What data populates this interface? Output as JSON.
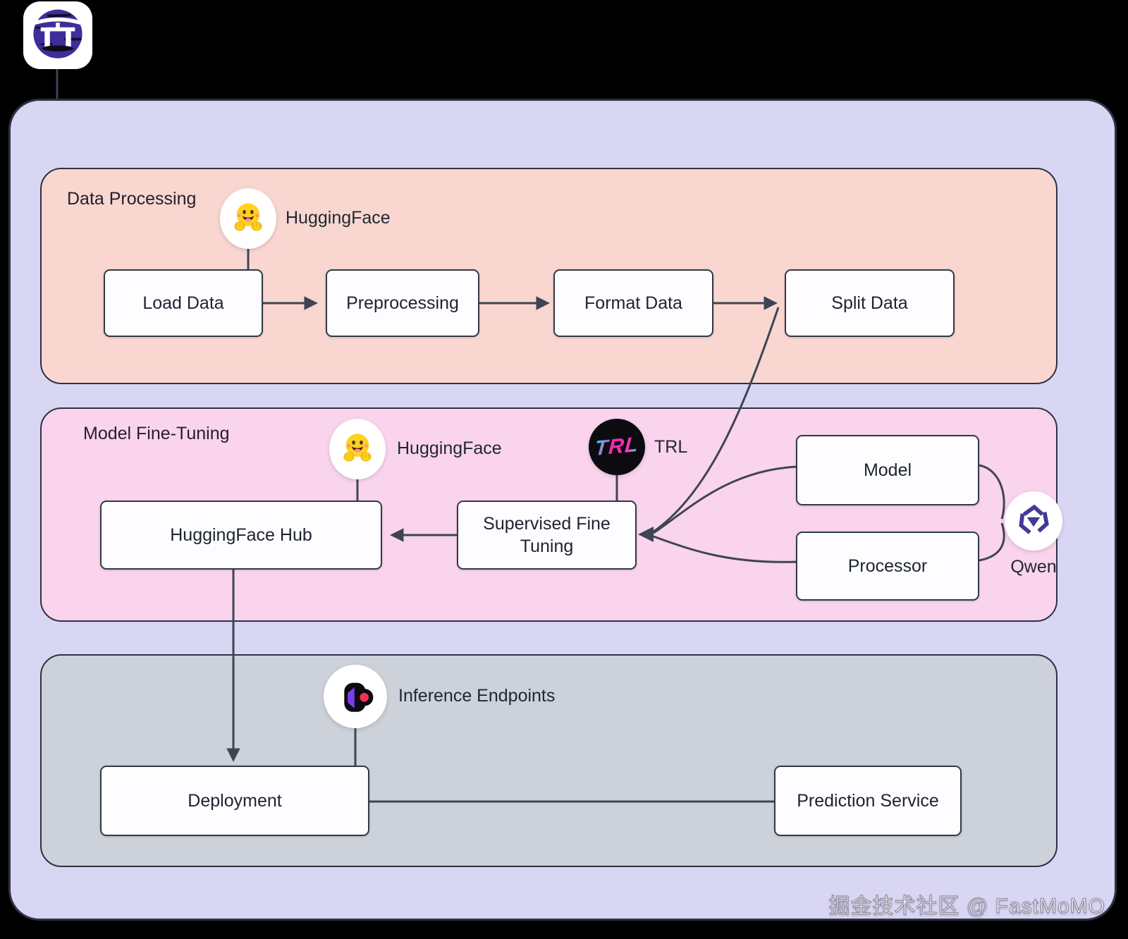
{
  "diagram": {
    "sections": {
      "data_processing": {
        "title": "Data Processing",
        "huggingface_caption": "HuggingFace",
        "nodes": {
          "load_data": "Load Data",
          "preprocessing": "Preprocessing",
          "format_data": "Format Data",
          "split_data": "Split Data"
        }
      },
      "model_fine_tuning": {
        "title": "Model Fine-Tuning",
        "huggingface_caption": "HuggingFace",
        "trl_caption": "TRL",
        "trl_logo_text": "TRL",
        "qwen_caption": "Qwen",
        "nodes": {
          "huggingface_hub": "HuggingFace Hub",
          "supervised_fine_tuning": "Supervised Fine Tuning",
          "model": "Model",
          "processor": "Processor"
        }
      },
      "deployment": {
        "inference_endpoints_caption": "Inference Endpoints",
        "nodes": {
          "deployment": "Deployment",
          "prediction_service": "Prediction Service"
        }
      }
    },
    "watermark": "掘金技术社区 @ FastMoMO"
  },
  "colors": {
    "background": "#000000",
    "container": "#d9d6f3",
    "section_data_processing": "#f9d6d0",
    "section_model_fine_tuning": "#fad4ec",
    "section_deployment": "#cdd1d9",
    "node_fill": "#fdfdff",
    "edge": "#3d4555",
    "torii_purple": "#3e2d9c",
    "hf_yellow": "#ffd21e",
    "trl_pink": "#ff29b4",
    "trl_cyan": "#35d3f2",
    "qwen_indigo": "#423a96",
    "inference_purple": "#7c3aed",
    "inference_pink": "#f43051"
  }
}
